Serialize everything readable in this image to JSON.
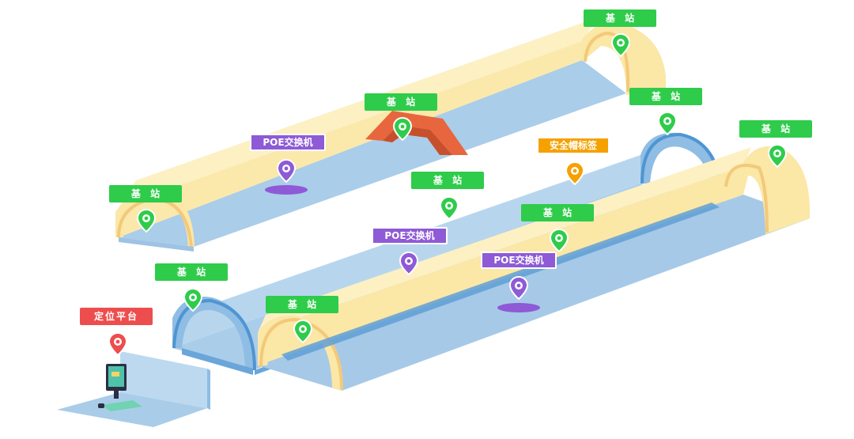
{
  "legend_colors": {
    "base_station": "#2ecc4a",
    "poe_switch": "#8e5ad6",
    "helmet_tag": "#f5a100",
    "platform": "#ee4d4d",
    "tunnel_floor": "#a9cce8",
    "tunnel_wall": "#fbe7a6",
    "tunnel_wall_blue": "#7eb3df",
    "connector": "#e8663d"
  },
  "labels": {
    "base_station": "基 站",
    "poe_switch": "POE交换机",
    "helmet_tag": "安全帽标签",
    "platform": "定位平台"
  },
  "markers": [
    {
      "id": "bs-top-right",
      "kind": "base_station",
      "icon": "map-pin-icon"
    },
    {
      "id": "bs-mid-top",
      "kind": "base_station",
      "icon": "map-pin-icon"
    },
    {
      "id": "bs-right-upper",
      "kind": "base_station",
      "icon": "map-pin-icon"
    },
    {
      "id": "bs-far-right",
      "kind": "base_station",
      "icon": "map-pin-icon"
    },
    {
      "id": "bs-left-upper",
      "kind": "base_station",
      "icon": "map-pin-icon"
    },
    {
      "id": "bs-center",
      "kind": "base_station",
      "icon": "map-pin-icon"
    },
    {
      "id": "bs-center-right",
      "kind": "base_station",
      "icon": "map-pin-icon"
    },
    {
      "id": "bs-left-lower",
      "kind": "base_station",
      "icon": "map-pin-icon"
    },
    {
      "id": "bs-front",
      "kind": "base_station",
      "icon": "map-pin-icon"
    },
    {
      "id": "poe-upper",
      "kind": "poe_switch",
      "icon": "map-pin-icon"
    },
    {
      "id": "poe-center",
      "kind": "poe_switch",
      "icon": "map-pin-icon"
    },
    {
      "id": "poe-lower",
      "kind": "poe_switch",
      "icon": "map-pin-icon"
    },
    {
      "id": "helmet-tag",
      "kind": "helmet_tag",
      "icon": "map-pin-icon"
    },
    {
      "id": "platform",
      "kind": "platform",
      "icon": "map-pin-icon"
    }
  ]
}
